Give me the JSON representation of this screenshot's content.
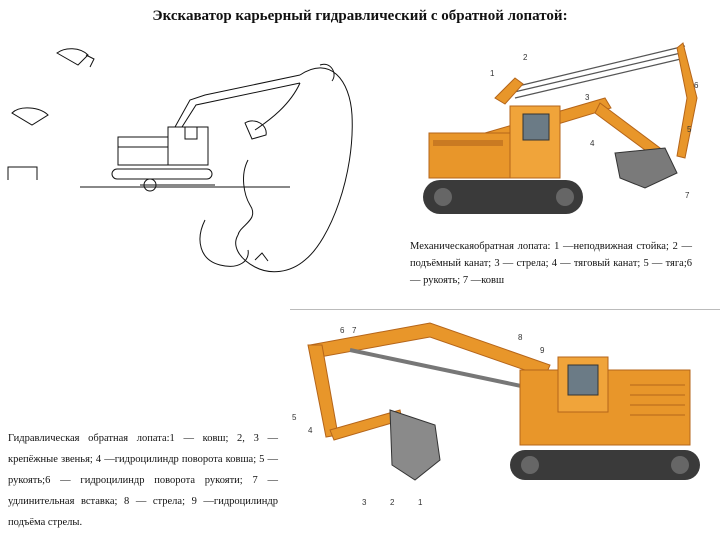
{
  "title": "Экскаватор карьерный гидравлический с обратной лопатой:",
  "caption_top": "Механическаяобратная лопата: 1 —неподвижная стойка; 2 — подъёмный канат; 3 — стрела; 4 — тяговый канат; 5 — тяга;6 — рукоять; 7 —ковш",
  "caption_bottom": "Гидравлическая обратная лопата:1 — ковш; 2, 3 — крепёжные звенья; 4 —гидроцилиндр поворота ковша; 5 — рукоять;6 — гидроцилиндр поворота рукояти; 7 — удлинительная вставка; 8 — стрела; 9 —гидроцилиндр подъёма стрелы.",
  "mech_labels": [
    "1",
    "2",
    "3",
    "4",
    "5",
    "6",
    "7"
  ],
  "hyd_labels": [
    "6",
    "7",
    "8",
    "9",
    "5",
    "4",
    "3",
    "2",
    "1"
  ],
  "colors": {
    "machine": "#e8962a",
    "machine_dark": "#b5651a",
    "track": "#3a3a3a"
  }
}
